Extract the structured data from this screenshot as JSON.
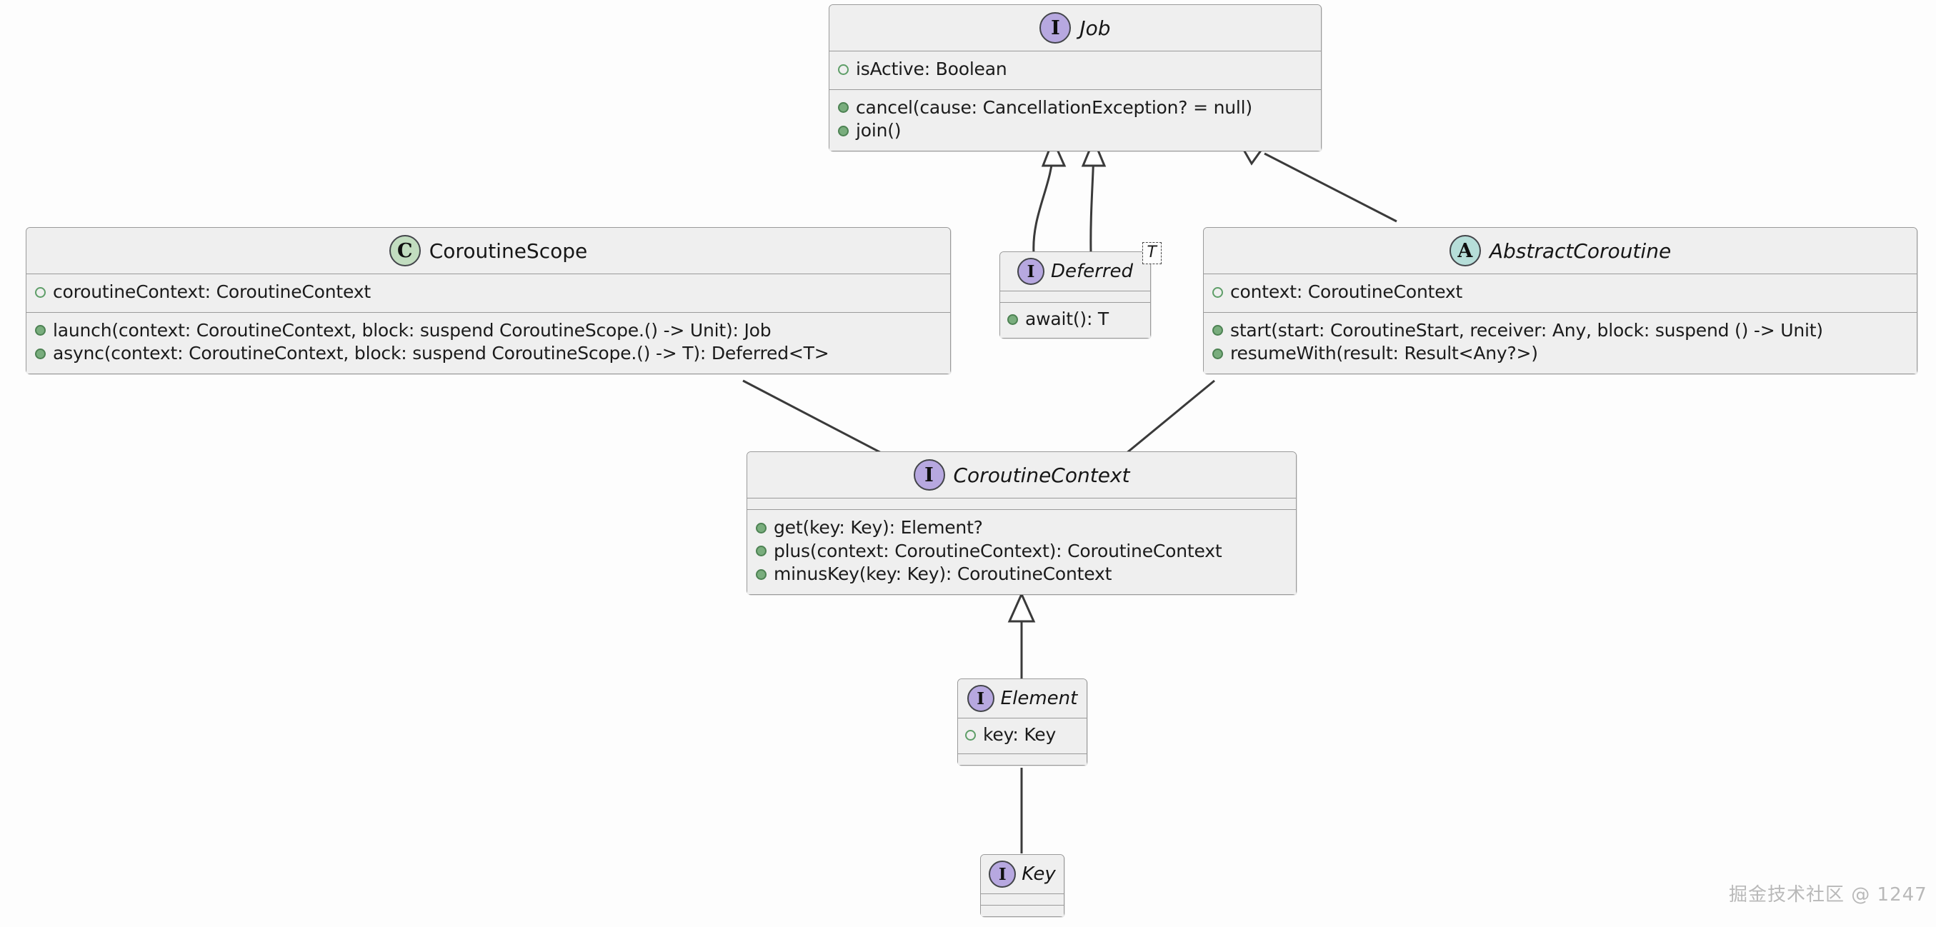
{
  "diagram": {
    "kind": "uml-class-diagram",
    "background": "#fdfdfd",
    "box_fill": "#efefef",
    "box_border": "#9a9a9a",
    "icon_colors": {
      "interface": "#b7a8e0",
      "class": "#c2ddc0",
      "abstract": "#b6ded9"
    }
  },
  "classes": {
    "job": {
      "stereotype_letter": "I",
      "stereotype": "interface",
      "name": "Job",
      "fields": [
        "isActive: Boolean"
      ],
      "methods": [
        "cancel(cause: CancellationException? = null)",
        "join()"
      ]
    },
    "coroutine_scope": {
      "stereotype_letter": "C",
      "stereotype": "class",
      "name": "CoroutineScope",
      "fields": [
        "coroutineContext: CoroutineContext"
      ],
      "methods": [
        "launch(context: CoroutineContext, block: suspend CoroutineScope.() -> Unit): Job",
        "async(context: CoroutineContext, block: suspend CoroutineScope.() -> T): Deferred<T>"
      ]
    },
    "deferred": {
      "stereotype_letter": "I",
      "stereotype": "interface",
      "name": "Deferred",
      "generic_param": "T",
      "fields": [],
      "methods": [
        "await(): T"
      ]
    },
    "abstract_coroutine": {
      "stereotype_letter": "A",
      "stereotype": "abstract",
      "name": "AbstractCoroutine",
      "fields": [
        "context: CoroutineContext"
      ],
      "methods": [
        "start(start: CoroutineStart, receiver: Any, block: suspend () -> Unit)",
        "resumeWith(result: Result<Any?>)"
      ]
    },
    "coroutine_context": {
      "stereotype_letter": "I",
      "stereotype": "interface",
      "name": "CoroutineContext",
      "fields": [],
      "methods": [
        "get(key: Key): Element?",
        "plus(context: CoroutineContext): CoroutineContext",
        "minusKey(key: Key): CoroutineContext"
      ]
    },
    "element": {
      "stereotype_letter": "I",
      "stereotype": "interface",
      "name": "Element",
      "fields": [
        "key: Key"
      ],
      "methods": []
    },
    "key": {
      "stereotype_letter": "I",
      "stereotype": "interface",
      "name": "Key",
      "fields": [],
      "methods": []
    }
  },
  "relations": [
    {
      "from": "deferred",
      "to": "job",
      "type": "inheritance"
    },
    {
      "from": "deferred",
      "to": "job",
      "type": "inheritance"
    },
    {
      "from": "abstract_coroutine",
      "to": "job",
      "type": "inheritance"
    },
    {
      "from": "coroutine_scope",
      "to": "coroutine_context",
      "type": "association"
    },
    {
      "from": "abstract_coroutine",
      "to": "coroutine_context",
      "type": "association"
    },
    {
      "from": "element",
      "to": "coroutine_context",
      "type": "inheritance"
    },
    {
      "from": "key",
      "to": "element",
      "type": "association"
    }
  ],
  "watermark": {
    "text": "掘金技术社区 @ 1247"
  }
}
